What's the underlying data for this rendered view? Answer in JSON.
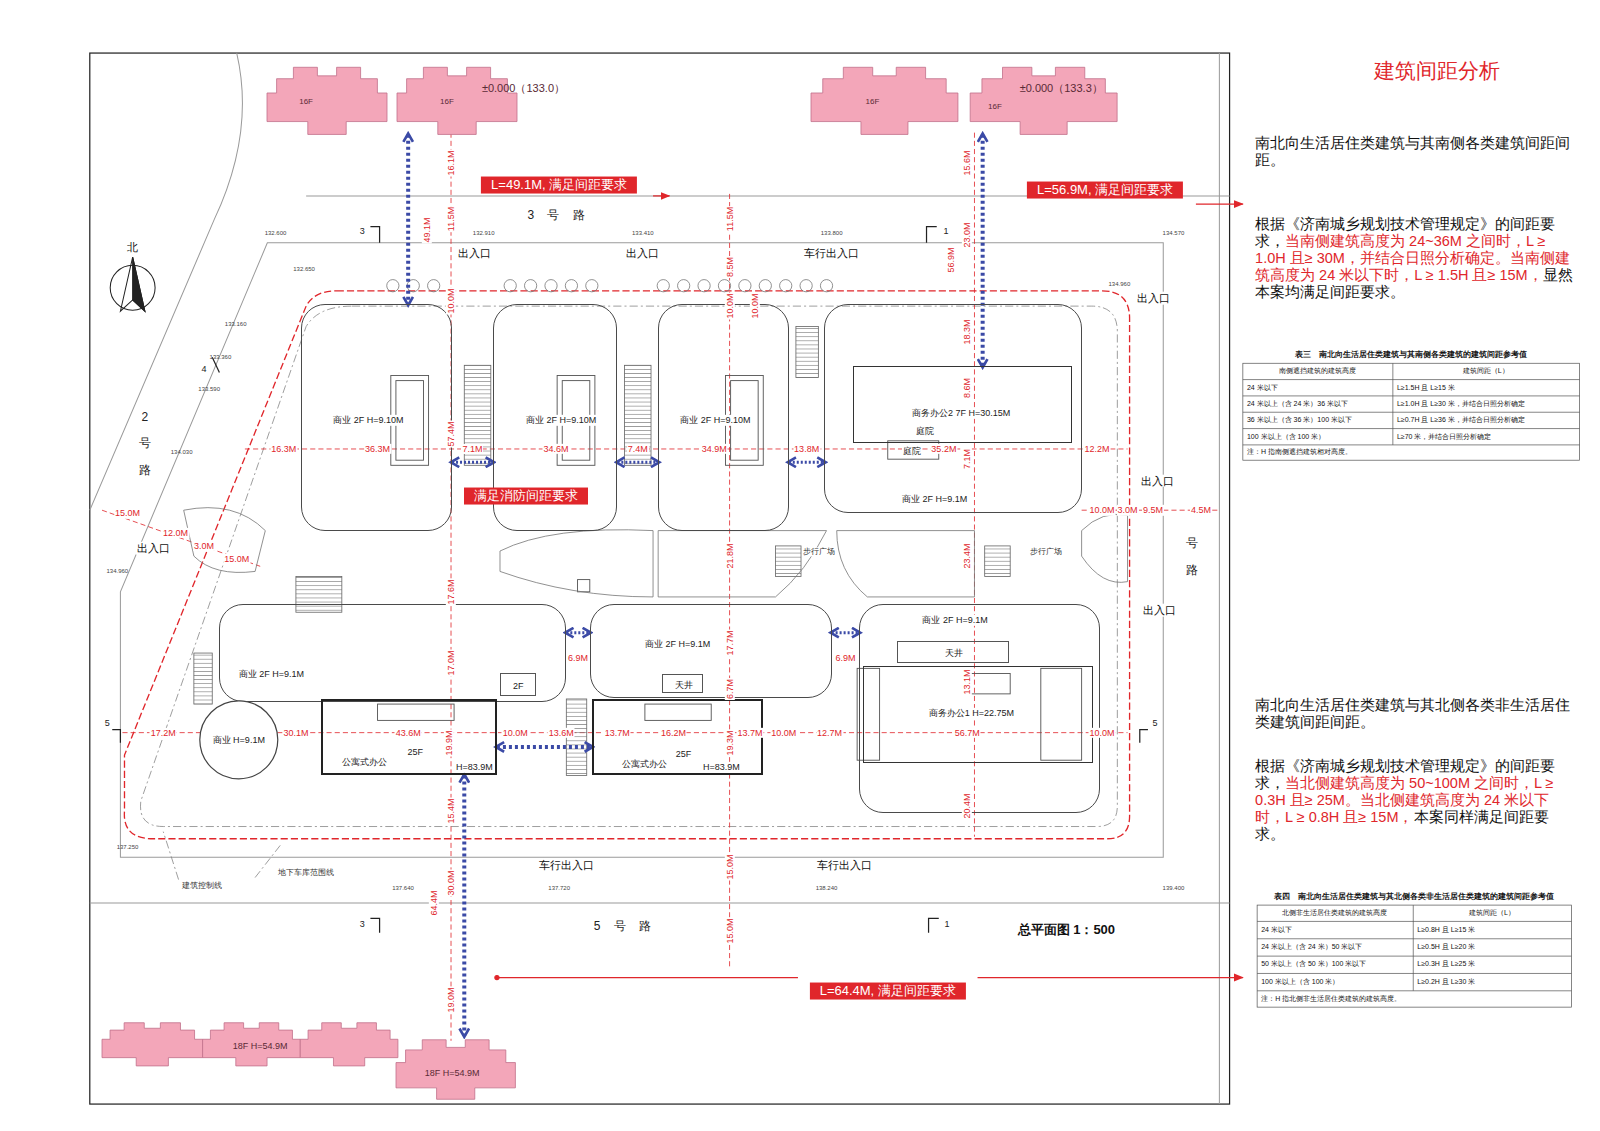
{
  "diagram": {
    "title": "建筑间距分析",
    "nodes": [
      {
        "text": [
          "16F",
          "16F",
          "±0.000（133.0）"
        ]
      },
      {
        "text": [
          "16F",
          "16F",
          "±0.000（133.3）"
        ]
      },
      {
        "text": [
          "商业 2F H=9.10M"
        ]
      },
      {
        "text": [
          "商业 2F H=9.10M"
        ]
      },
      {
        "text": [
          "商业 2F H=9.10M"
        ]
      },
      {
        "text": [
          "庭院",
          "商业 2F H=9.1M"
        ]
      },
      {
        "text": [
          "商务办公2 7F H=30.15M",
          "庭院"
        ],
        "in": 5
      },
      {
        "text": [
          "商业 2F H=9.1M"
        ]
      },
      {
        "text": [
          "商业 2F H=9.1M"
        ]
      },
      {
        "text": [
          "天井"
        ],
        "in": 8
      },
      {
        "text": [
          "商业 2F H=9.1M"
        ]
      },
      {
        "text": [
          "天井"
        ],
        "in": 10
      },
      {
        "text": [
          "商务办公1 H=22.75M"
        ],
        "in": 10
      },
      {
        "text": [
          "2F"
        ]
      },
      {
        "text": [
          "商业 H=9.1M"
        ]
      },
      {
        "text": [
          "25F",
          "公寓式办公",
          "H=83.9M"
        ]
      },
      {
        "text": [
          "25F",
          "公寓式办公",
          "H=83.9M"
        ]
      },
      {
        "text": [
          "18F H=54.9M"
        ]
      },
      {
        "text": [
          "18F H=54.9M"
        ]
      }
    ],
    "edges": [
      {
        "from": 0,
        "to": 2,
        "arrow": "both"
      },
      {
        "from": 1,
        "to": 6,
        "arrow": "both"
      },
      {
        "from": 15,
        "to": 18,
        "arrow": "both"
      },
      {
        "from": 2,
        "to": 3,
        "arrow": "both",
        "label": "7.1M"
      },
      {
        "from": 3,
        "to": 4,
        "arrow": "both",
        "label": "7.4M"
      },
      {
        "from": 4,
        "to": 5,
        "arrow": "both",
        "label": "13.8M"
      },
      {
        "from": 7,
        "to": 8,
        "arrow": "both",
        "label": "6.9M"
      },
      {
        "from": 8,
        "to": 10,
        "arrow": "both",
        "label": "6.9M"
      },
      {
        "from": 15,
        "to": 16,
        "arrow": "both"
      }
    ],
    "labels": [
      "南北向生活居住类建筑与其南侧各类建筑间距间距。",
      "根据《济南城乡规划技术管理规定》的间距要求，",
      "当南侧建筑高度为 24~36M 之间时，L ≥ 1.0H 且≥ 30M，并结合日照分析确定。当南侧建筑高度为 24 米以下时，L ≥ 1.5H 且≥ 15M，",
      "显然本案均满足间距要求。",
      "表三　南北向生活居住类建筑与其南侧各类建筑的建筑间距参考值",
      "南侧遮挡建筑的建筑高度",
      "建筑间距（L）",
      "24 米以下",
      "L≥1.5H 且 L≥15 米",
      "24 米以上（含 24 米）36 米以下",
      "L≥1.0H 且 L≥30 米，并结合日照分析确定",
      "36 米以上（含 36 米）100 米以下",
      "L≥0.7H 且 L≥36 米，并结合日照分析确定",
      "100 米以上（含 100 米）",
      "L≥70 米，并结合日照分析确定",
      "注：H 指南侧遮挡建筑相对高度。",
      "南北向生活居住类建筑与其北侧各类非生活居住类建筑间距间距。",
      "根据《济南城乡规划技术管理规定》的间距要求，",
      "当北侧建筑高度为 50~100M 之间时，L ≥ 0.3H 且≥ 25M。当北侧建筑高度为 24 米以下时，L ≥ 0.8H 且≥ 15M，",
      "本案同样满足间距要求。",
      "表四　南北向生活居住类建筑与其北侧各类非生活居住类建筑的建筑间距参考值",
      "北侧非生活居住类建筑的建筑高度",
      "建筑间距（L）",
      "24 米以下",
      "L≥0.8H 且 L≥15 米",
      "24 米以上（含 24 米）50 米以下",
      "L≥0.5H 且 L≥20 米",
      "50 米以上（含 50 米）100 米以下",
      "L≥0.3H 且 L≥25 米",
      "100 米以上（含 100 米）",
      "L≥0.2H 且 L≥30 米",
      "注：H 指北侧非生活居住类建筑的建筑高度。",
      "L=49.1M, 满足间距要求",
      "L=56.9M, 满足间距要求",
      "L=64.4M, 满足间距要求",
      "满足消防间距要求",
      "3 号 路",
      "2 号 路",
      "号 路",
      "5 号 路",
      "出入口",
      "出入口",
      "车行出入口",
      "出入口",
      "出入口",
      "出入口",
      "出入口",
      "车行出入口",
      "车行出入口",
      "北",
      "总平面图 1：500",
      "步行广场",
      "步行广场",
      "建筑控制线",
      "地下车库范围线",
      "16.1M",
      "11.5M",
      "10.0M",
      "57.4M",
      "17.6M",
      "17.0M",
      "19.9M",
      "15.4M",
      "30.0M",
      "19.0M",
      "49.1M",
      "64.4M",
      "11.5M",
      "8.5M",
      "10.0M",
      "10.0M",
      "21.8M",
      "17.7M",
      "6.7M",
      "19.3M",
      "15.0M",
      "15.0M",
      "15.6M",
      "56.9M",
      "23.0M",
      "18.3M",
      "8.6M",
      "7.1M",
      "23.4M",
      "13.1M",
      "20.4M",
      "16.3M",
      "36.3M",
      "34.6M",
      "34.9M",
      "35.2M",
      "12.2M",
      "10.0M",
      "3.0M",
      "9.5M",
      "4.5M",
      "15.0M",
      "12.0M",
      "3.0M",
      "15.0M",
      "17.2M",
      "30.1M",
      "43.6M",
      "10.0M",
      "13.6M",
      "13.7M",
      "16.2M",
      "13.7M",
      "10.0M",
      "12.7M",
      "56.7M",
      "10.0M",
      "132.600",
      "132.650",
      "133.160",
      "133.360",
      "133.590",
      "134.030",
      "134.960",
      "132.910",
      "133.410",
      "133.800",
      "134.570",
      "134.960",
      "137.250",
      "137.640",
      "137.720",
      "138.240",
      "139.400",
      "3",
      "3",
      "1",
      "1",
      "4",
      "5",
      "5"
    ]
  }
}
